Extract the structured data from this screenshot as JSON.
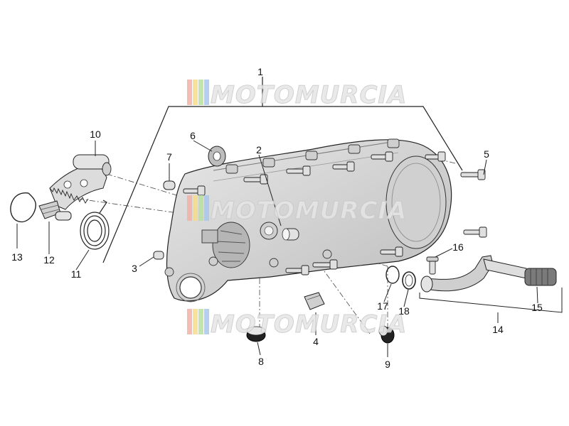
{
  "watermark": {
    "text": "MOTOMURCIA"
  },
  "callouts": [
    {
      "id": "1",
      "label": "1"
    },
    {
      "id": "2",
      "label": "2"
    },
    {
      "id": "3",
      "label": "3"
    },
    {
      "id": "4",
      "label": "4"
    },
    {
      "id": "5",
      "label": "5"
    },
    {
      "id": "6",
      "label": "6"
    },
    {
      "id": "7",
      "label": "7"
    },
    {
      "id": "8",
      "label": "8"
    },
    {
      "id": "9",
      "label": "9"
    },
    {
      "id": "10",
      "label": "10"
    },
    {
      "id": "11",
      "label": "11"
    },
    {
      "id": "12",
      "label": "12"
    },
    {
      "id": "13",
      "label": "13"
    },
    {
      "id": "14",
      "label": "14"
    },
    {
      "id": "15",
      "label": "15"
    },
    {
      "id": "16",
      "label": "16"
    },
    {
      "id": "17",
      "label": "17"
    },
    {
      "id": "18",
      "label": "18"
    }
  ],
  "colors": {
    "line": "#222222",
    "part_fill": "#d9d9d9",
    "part_dark": "#9a9a9a",
    "watermark_stripes": [
      "#f2b2a8",
      "#f7dc8a",
      "#b8e0a2",
      "#a8c8ec"
    ],
    "watermark_text": "#e3e3e3"
  }
}
